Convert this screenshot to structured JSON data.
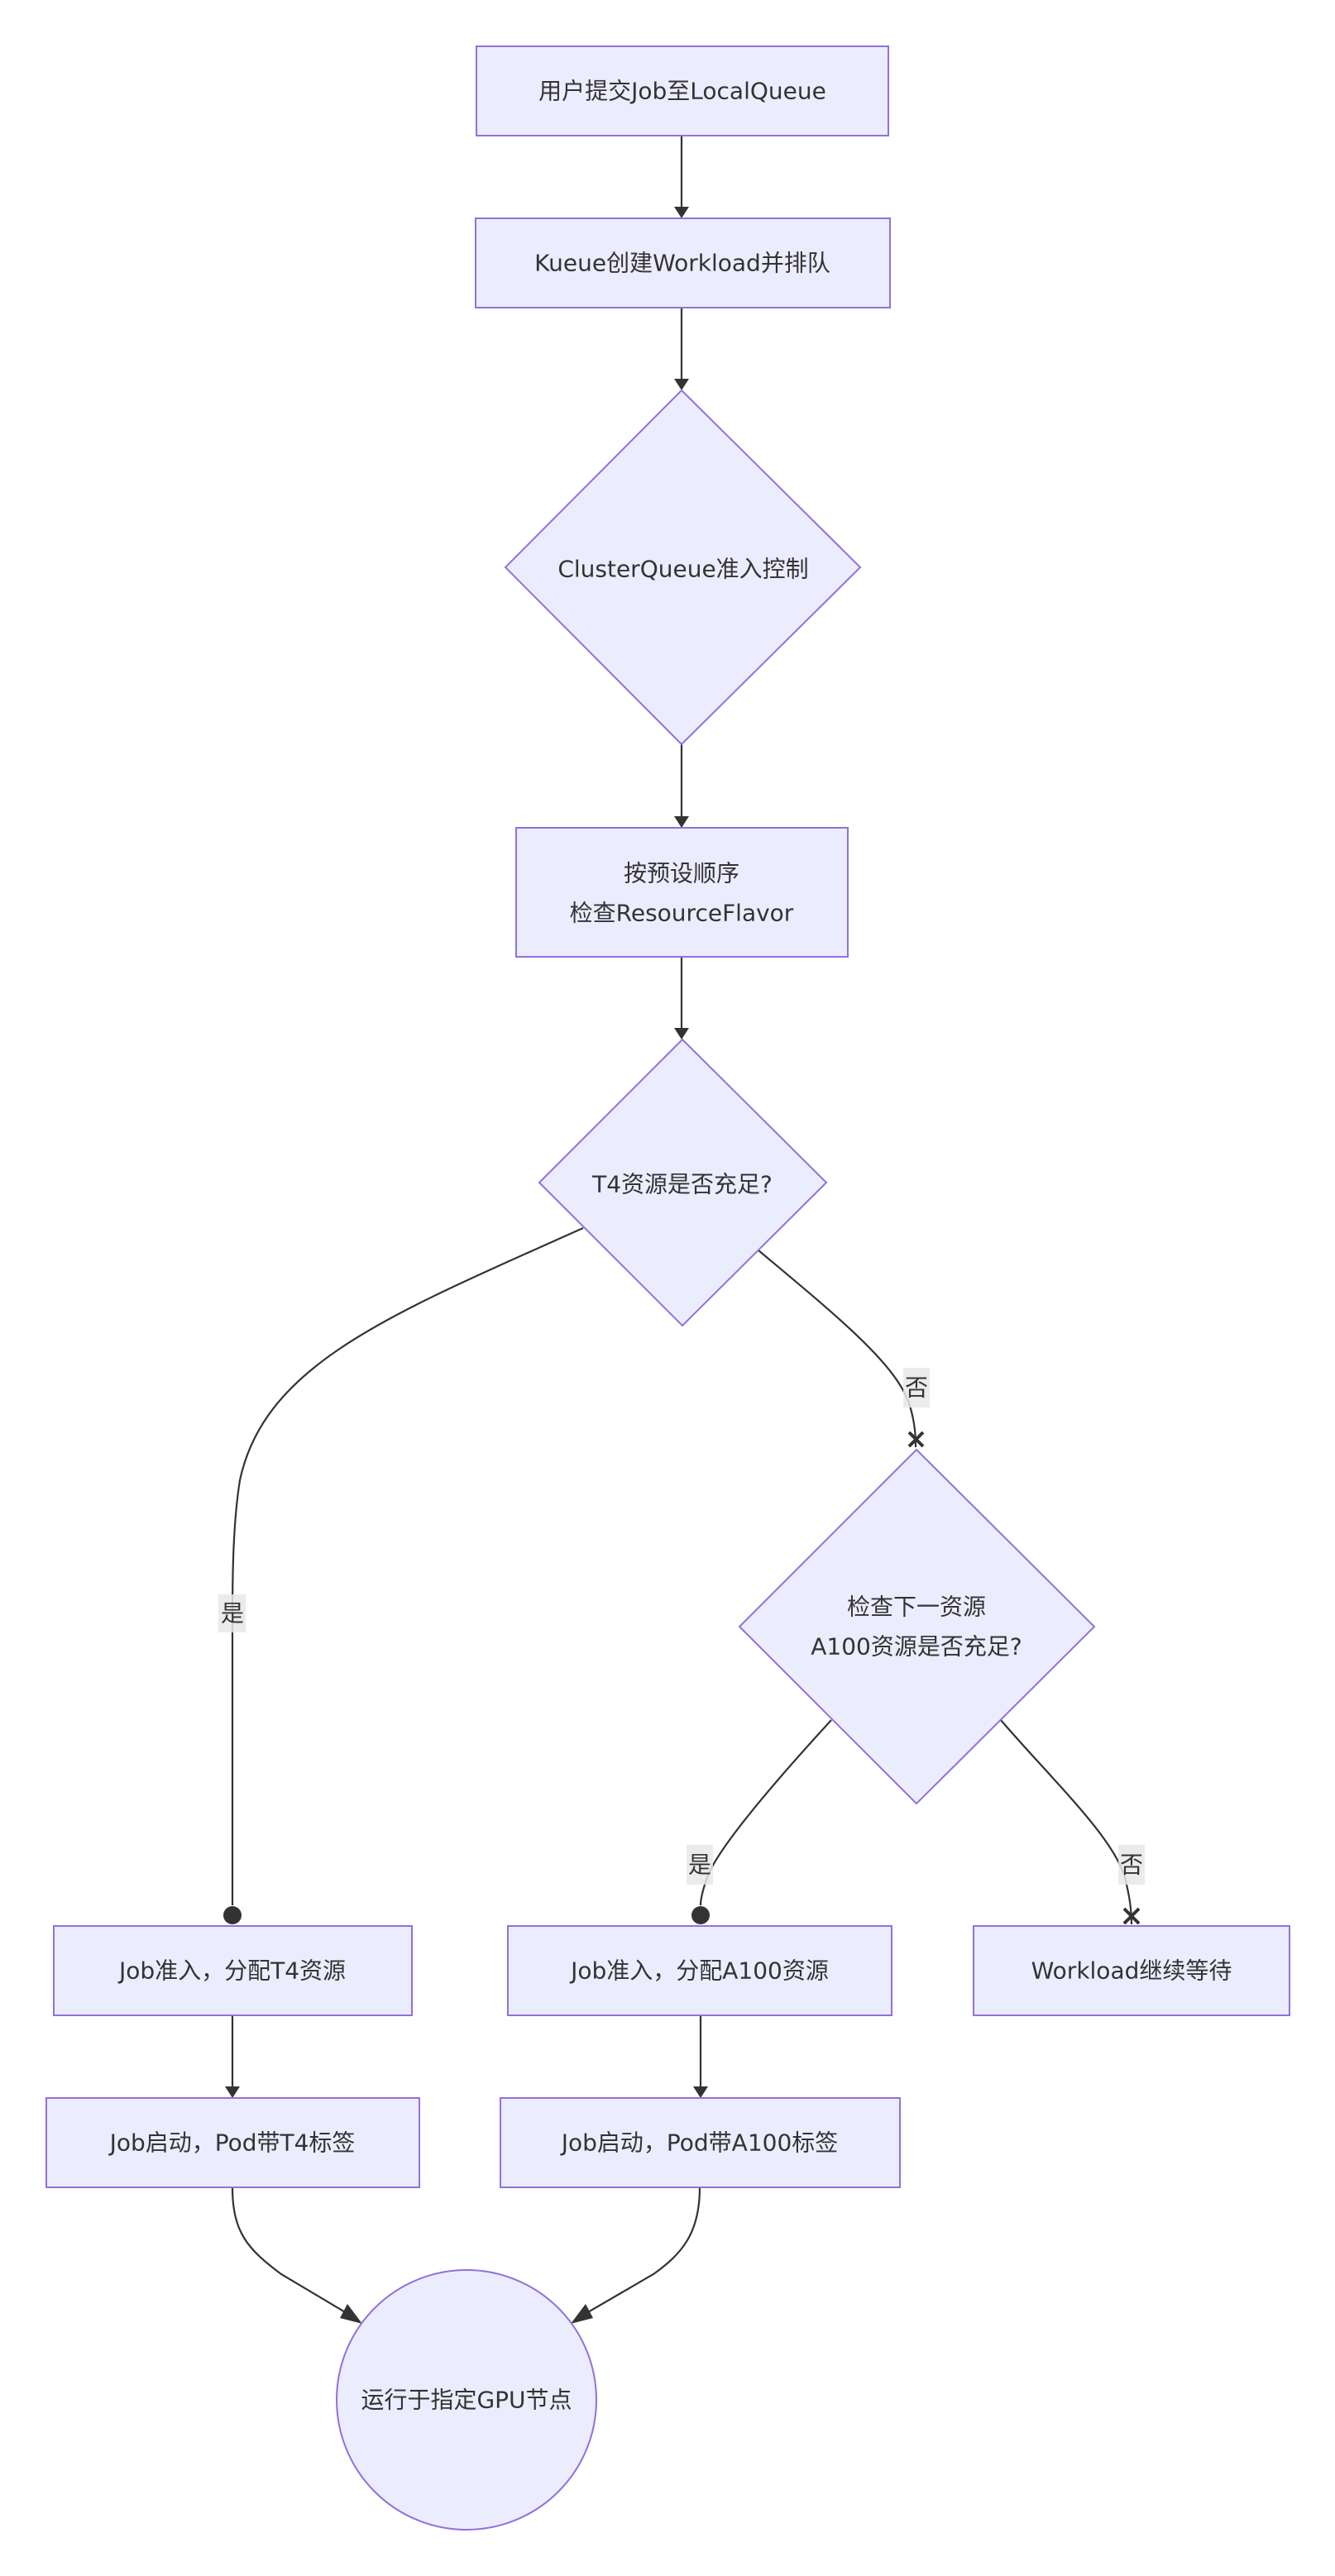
{
  "diagram": {
    "type": "flowchart",
    "direction": "top-down",
    "colors": {
      "node_fill": "#ECECFF",
      "node_stroke": "#9370DB",
      "edge": "#333333",
      "text": "#333333",
      "label_bg": "#e8e8e8"
    },
    "nodes": {
      "submit": {
        "shape": "rect",
        "lines": [
          "用户提交Job至LocalQueue"
        ]
      },
      "create_workload": {
        "shape": "rect",
        "lines": [
          "Kueue创建Workload并排队"
        ]
      },
      "admission": {
        "shape": "diamond",
        "lines": [
          "ClusterQueue准入控制"
        ]
      },
      "check_flavor": {
        "shape": "rect",
        "lines": [
          "按预设顺序",
          "检查ResourceFlavor"
        ]
      },
      "t4_check": {
        "shape": "diamond",
        "lines": [
          "T4资源是否充足?"
        ]
      },
      "a100_check": {
        "shape": "diamond",
        "lines": [
          "检查下一资源",
          "A100资源是否充足?"
        ]
      },
      "admit_t4": {
        "shape": "rect",
        "lines": [
          "Job准入，分配T4资源"
        ]
      },
      "admit_a100": {
        "shape": "rect",
        "lines": [
          "Job准入，分配A100资源"
        ]
      },
      "wait": {
        "shape": "rect",
        "lines": [
          "Workload继续等待"
        ]
      },
      "start_t4": {
        "shape": "rect",
        "lines": [
          "Job启动，Pod带T4标签"
        ]
      },
      "start_a100": {
        "shape": "rect",
        "lines": [
          "Job启动，Pod带A100标签"
        ]
      },
      "run": {
        "shape": "circle",
        "lines": [
          "运行于指定GPU节点"
        ]
      }
    },
    "edges": [
      {
        "from": "submit",
        "to": "create_workload",
        "label": "",
        "end_marker": "arrow"
      },
      {
        "from": "create_workload",
        "to": "admission",
        "label": "",
        "end_marker": "arrow"
      },
      {
        "from": "admission",
        "to": "check_flavor",
        "label": "",
        "end_marker": "arrow"
      },
      {
        "from": "check_flavor",
        "to": "t4_check",
        "label": "",
        "end_marker": "arrow"
      },
      {
        "from": "t4_check",
        "to": "admit_t4",
        "label": "是",
        "end_marker": "circle"
      },
      {
        "from": "t4_check",
        "to": "a100_check",
        "label": "否",
        "end_marker": "cross"
      },
      {
        "from": "a100_check",
        "to": "admit_a100",
        "label": "是",
        "end_marker": "circle"
      },
      {
        "from": "a100_check",
        "to": "wait",
        "label": "否",
        "end_marker": "cross"
      },
      {
        "from": "admit_t4",
        "to": "start_t4",
        "label": "",
        "end_marker": "arrow"
      },
      {
        "from": "admit_a100",
        "to": "start_a100",
        "label": "",
        "end_marker": "arrow"
      },
      {
        "from": "start_t4",
        "to": "run",
        "label": "",
        "end_marker": "arrow"
      },
      {
        "from": "start_a100",
        "to": "run",
        "label": "",
        "end_marker": "arrow"
      }
    ]
  }
}
